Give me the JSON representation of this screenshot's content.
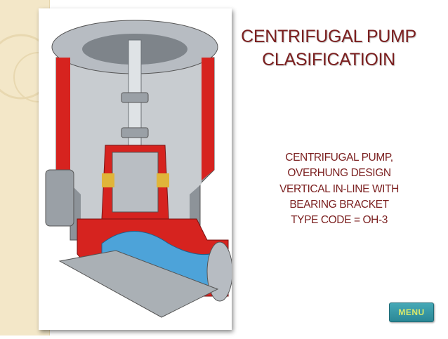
{
  "slide": {
    "title_lines": [
      "CENTRIFUGAL PUMP",
      "CLASIFICATIOIN"
    ],
    "caption_lines": [
      "CENTRIFUGAL PUMP,",
      "OVERHUNG DESIGN",
      "VERTICAL IN-LINE WITH",
      "BEARING BRACKET",
      "TYPE CODE = OH-3"
    ]
  },
  "navigation": {
    "menu_label": "MENU"
  },
  "colors": {
    "title_text": "#7b1f1f",
    "background_band": "#f3e7c8",
    "menu_button": "#2b8795",
    "menu_text": "#d9e86b",
    "casing_section": "#d6231f",
    "fluid": "#4da3d9"
  }
}
